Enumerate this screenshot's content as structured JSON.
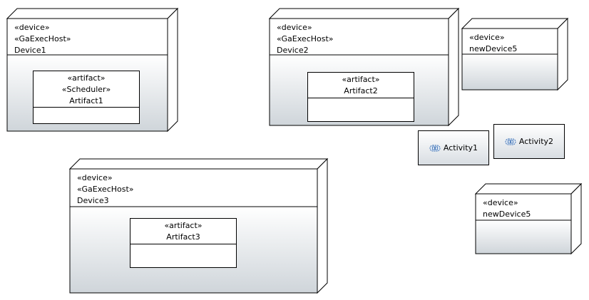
{
  "colors": {
    "line": "#000000",
    "node_fill_top": "#ffffff",
    "node_fill_bottom": "#cfd5da"
  },
  "nodes": [
    {
      "id": "device1",
      "stereotypes": [
        "«device»",
        "«GaExecHost»"
      ],
      "name": "Device1",
      "artifact": {
        "stereotypes": [
          "«artifact»",
          "«Scheduler»"
        ],
        "name": "Artifact1"
      }
    },
    {
      "id": "device2",
      "stereotypes": [
        "«device»",
        "«GaExecHost»"
      ],
      "name": "Device2",
      "artifact": {
        "stereotypes": [
          "«artifact»"
        ],
        "name": "Artifact2"
      }
    },
    {
      "id": "newdevice5a",
      "stereotypes": [
        "«device»"
      ],
      "name": "newDevice5"
    },
    {
      "id": "device3",
      "stereotypes": [
        "«device»",
        "«GaExecHost»"
      ],
      "name": "Device3",
      "artifact": {
        "stereotypes": [
          "«artifact»"
        ],
        "name": "Artifact3"
      }
    },
    {
      "id": "newdevice5b",
      "stereotypes": [
        "«device»"
      ],
      "name": "newDevice5"
    }
  ],
  "activities": [
    {
      "id": "activity1",
      "icon": "activity-icon",
      "name": "Activity1"
    },
    {
      "id": "activity2",
      "icon": "activity-icon",
      "name": "Activity2"
    }
  ]
}
